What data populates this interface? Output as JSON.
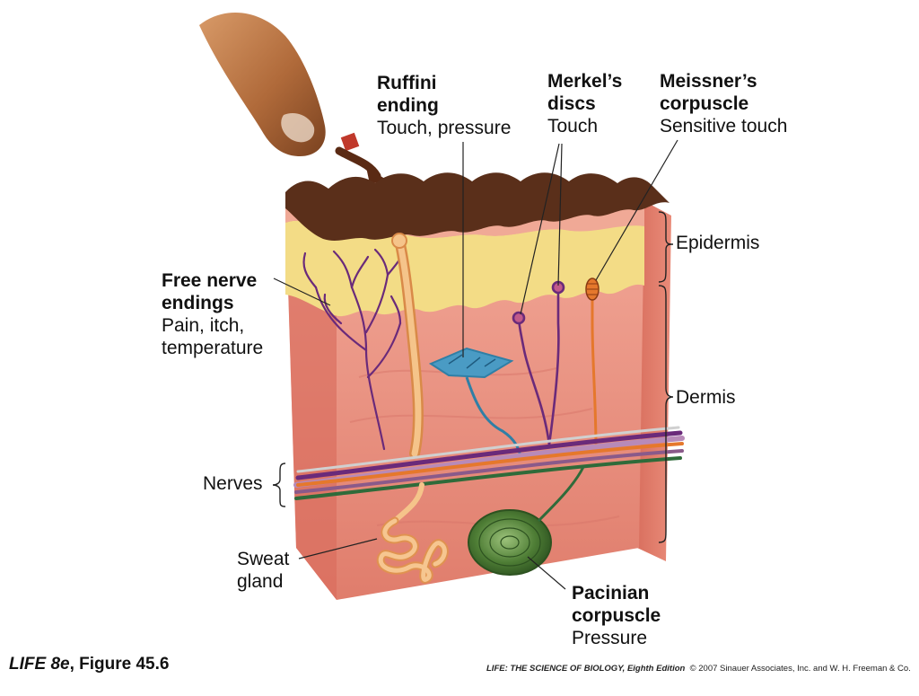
{
  "labels": {
    "ruffini": {
      "title": "Ruffini\nending",
      "subtitle": "Touch, pressure"
    },
    "merkel": {
      "title": "Merkel’s\ndiscs",
      "subtitle": "Touch"
    },
    "meissner": {
      "title": "Meissner’s\ncorpuscle",
      "subtitle": "Sensitive touch"
    },
    "free_nerve": {
      "title": "Free nerve\nendings",
      "subtitle": "Pain, itch,\ntemperature"
    },
    "pacinian": {
      "title": "Pacinian\ncorpuscle",
      "subtitle": "Pressure"
    },
    "epidermis": "Epidermis",
    "dermis": "Dermis",
    "nerves": "Nerves",
    "sweat_gland": "Sweat\ngland"
  },
  "caption": {
    "book": "LIFE 8e",
    "figure": ", Figure 45.6"
  },
  "credit": {
    "book": "LIFE: THE SCIENCE OF BIOLOGY, Eighth Edition",
    "rest": "© 2007 Sinauer Associates, Inc. and W. H. Freeman & Co."
  },
  "colors": {
    "epidermis_top": "#5a2f1a",
    "epidermis_yellow": "#f3dc86",
    "dermis": "#e88f80",
    "nerve_purple": "#6a2a7a",
    "nerve_orange": "#e5782c",
    "ruffini_tan": "#f2b676",
    "merkel_blue": "#2f7fa6",
    "pacinian_green": "#4e7d35",
    "finger": "#b06a3a"
  }
}
